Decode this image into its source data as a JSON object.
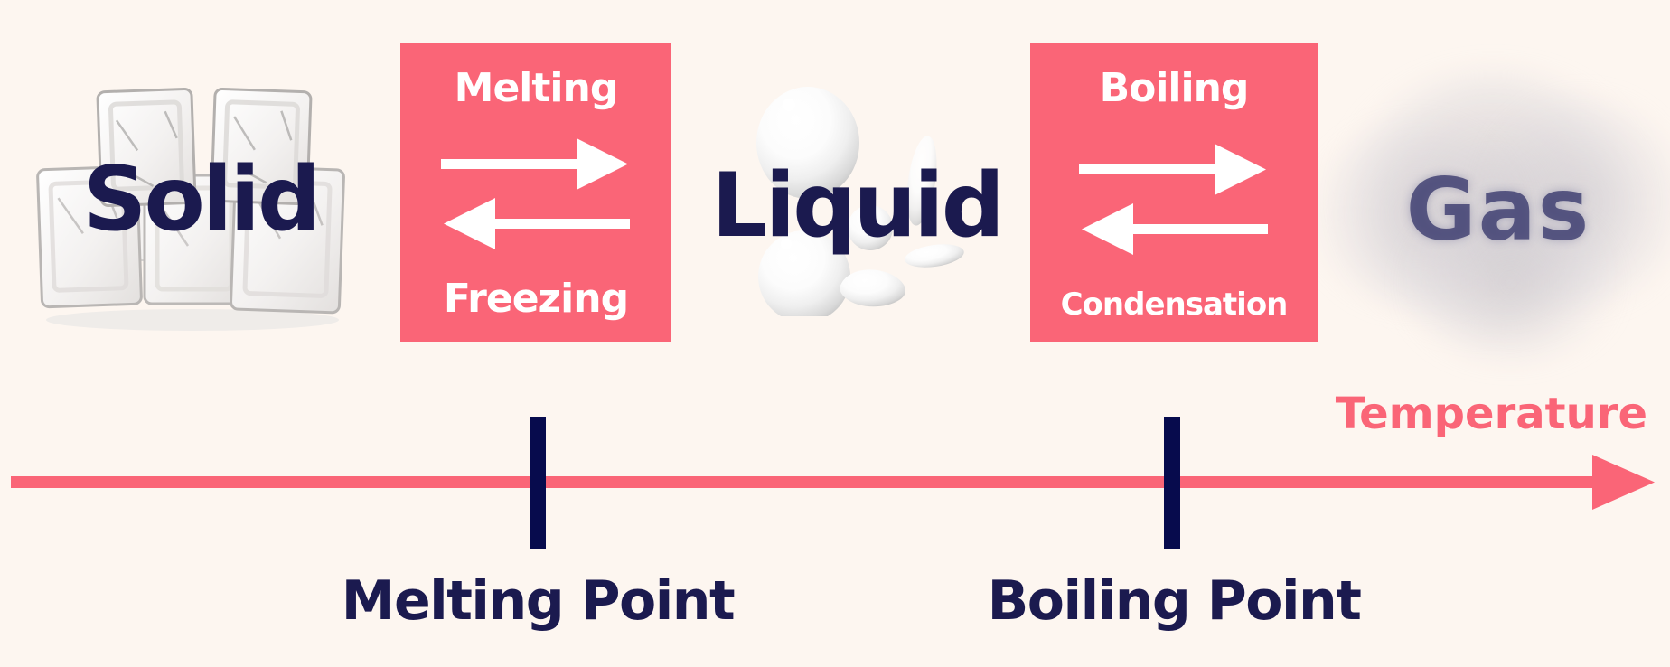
{
  "diagram": {
    "background_color": "#FDF6F0",
    "accent_pink": "#FA6577",
    "navy": "#1B1A4F",
    "tick_color": "#070B4D",
    "box_text_color": "#FFFFFF"
  },
  "states": [
    {
      "id": "solid",
      "label": "Solid",
      "illustration": "ice-cubes"
    },
    {
      "id": "liquid",
      "label": "Liquid",
      "illustration": "water-droplets"
    },
    {
      "id": "gas",
      "label": "Gas",
      "illustration": "vapor-cloud"
    }
  ],
  "transitions": [
    {
      "between": "solid-liquid",
      "forward": "Melting",
      "reverse": "Freezing"
    },
    {
      "between": "liquid-gas",
      "forward": "Boiling",
      "reverse": "Condensation"
    }
  ],
  "axis": {
    "label": "Temperature",
    "points": [
      {
        "label": "Melting Point"
      },
      {
        "label": "Boiling Point"
      }
    ]
  }
}
